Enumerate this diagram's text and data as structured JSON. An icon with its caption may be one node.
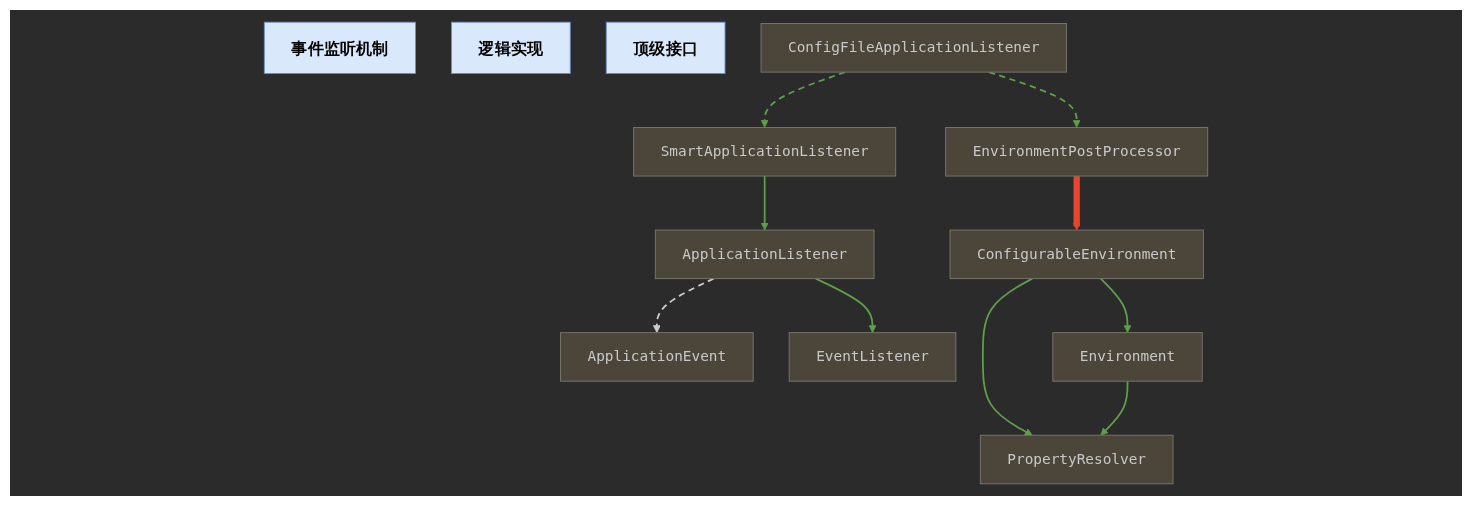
{
  "diagram": {
    "nodes": [
      {
        "text": [
          "事件监听机制"
        ]
      },
      {
        "text": [
          "逻辑实现"
        ]
      },
      {
        "text": [
          "顶级接口"
        ]
      },
      {
        "text": [
          "SmartApplicationListener"
        ]
      },
      {
        "text": [
          "EnvironmentPostProcessor"
        ]
      },
      {
        "text": [
          "ApplicationListener"
        ]
      },
      {
        "text": [
          "ConfigFileApplicationListener"
        ]
      },
      {
        "text": [
          "ConfigurableEnvironment"
        ]
      },
      {
        "text": [
          "ApplicationEvent"
        ]
      },
      {
        "text": [
          "EventListener"
        ]
      },
      {
        "text": [
          "Environment"
        ]
      },
      {
        "text": [
          "PropertyResolver"
        ]
      }
    ],
    "edges": [
      {
        "from": 3,
        "to": 5,
        "arrow": "to"
      },
      {
        "from": 6,
        "to": 3,
        "arrow": "to",
        "style": "dashed"
      },
      {
        "from": 6,
        "to": 4,
        "arrow": "to",
        "style": "dashed"
      },
      {
        "from": 4,
        "to": 7,
        "arrow": "to",
        "style": "thick",
        "color": "#e8442e"
      },
      {
        "from": 5,
        "to": 8,
        "arrow": "to",
        "style": "dashed",
        "color": "#cccccc"
      },
      {
        "from": 5,
        "to": 9,
        "arrow": "to"
      },
      {
        "from": 7,
        "to": 10,
        "arrow": "to"
      },
      {
        "from": 7,
        "to": 11,
        "arrow": "to"
      },
      {
        "from": 10,
        "to": 11,
        "arrow": "to"
      }
    ]
  }
}
